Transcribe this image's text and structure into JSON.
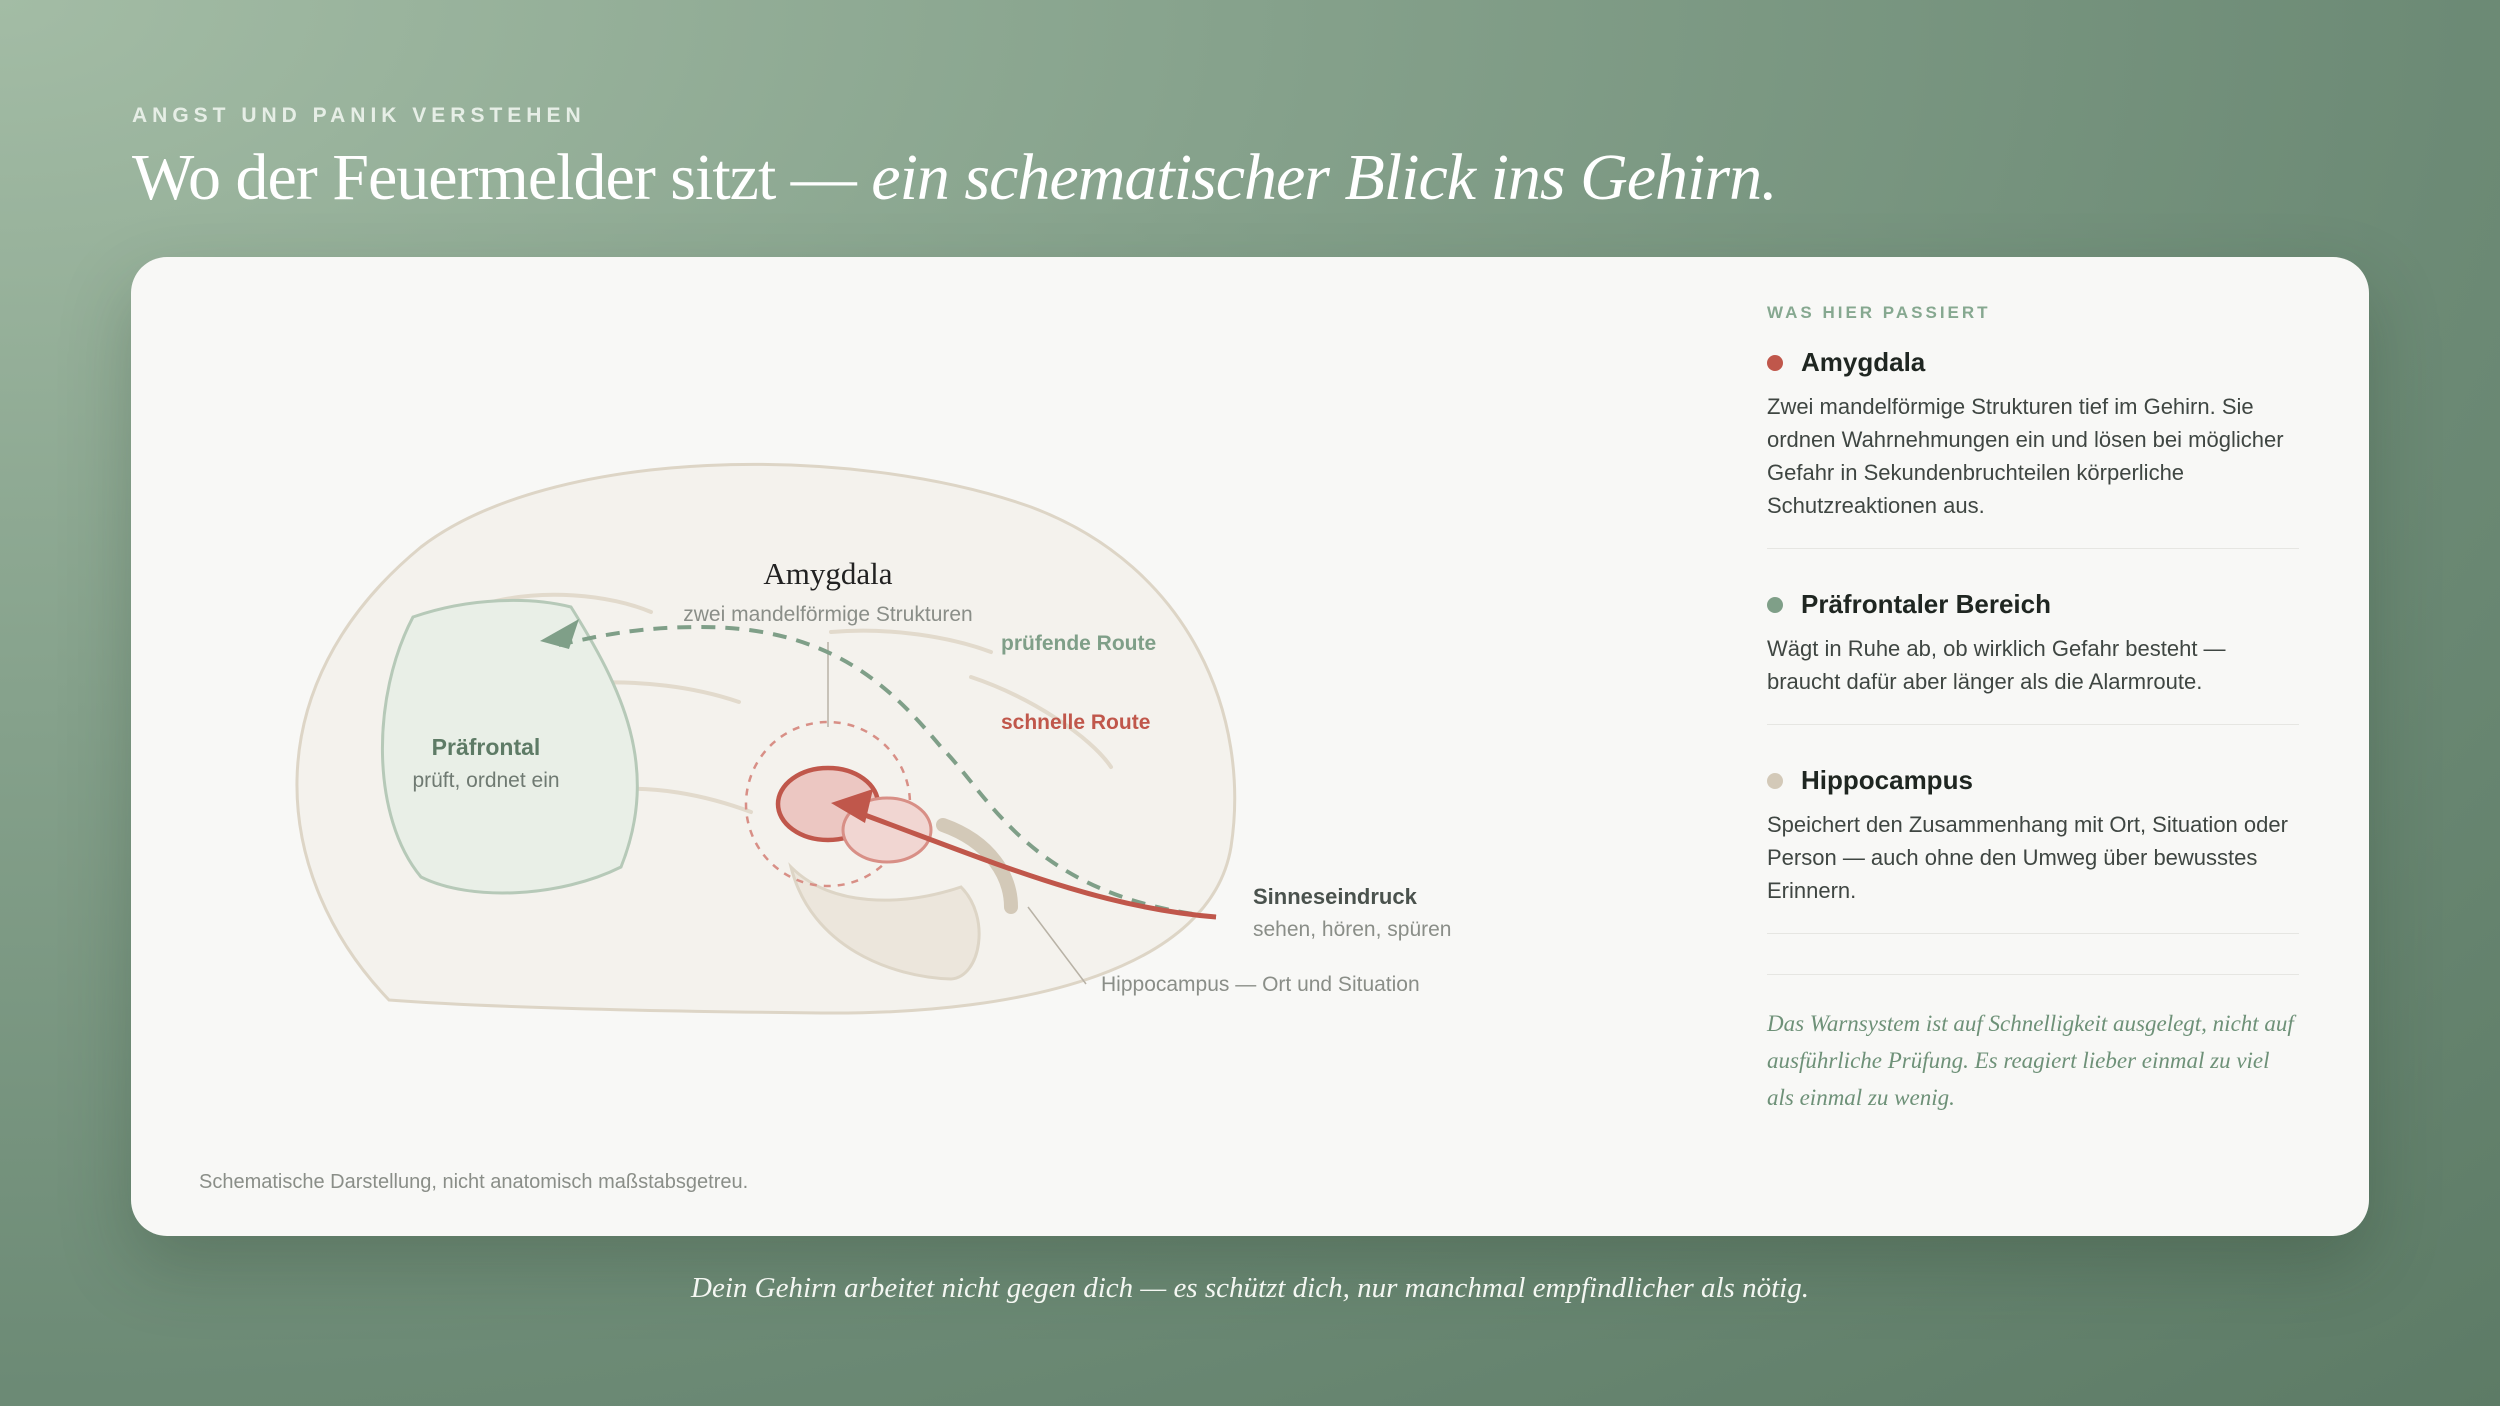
{
  "header": {
    "eyebrow": "ANGST UND PANIK VERSTEHEN",
    "title_plain": "Wo der Feuermelder sitzt —",
    "title_italic": "ein schematischer Blick ins Gehirn."
  },
  "diagram": {
    "amygdala_title": "Amygdala",
    "amygdala_sub": "zwei mandelförmige Strukturen",
    "prefrontal_title": "Präfrontal",
    "prefrontal_sub": "prüft, ordnet ein",
    "route_check": "prüfende Route",
    "route_fast": "schnelle Route",
    "sense_title": "Sinneseindruck",
    "sense_sub": "sehen, hören, spüren",
    "hippocampus_label": "Hippocampus — Ort und Situation",
    "footnote": "Schematische Darstellung, nicht anatomisch maßstabsgetreu."
  },
  "sidebar": {
    "label": "WAS HIER PASSIERT",
    "entries": [
      {
        "title": "Amygdala",
        "color": "#c0574b",
        "text": "Zwei mandelförmige Strukturen tief im Gehirn. Sie ordnen Wahrnehmungen ein und lösen bei möglicher Gefahr in Sekundenbruchteilen körperliche Schutzreaktionen aus."
      },
      {
        "title": "Präfrontaler Bereich",
        "color": "#7f9f88",
        "text": "Wägt in Ruhe ab, ob wirklich Gefahr besteht — braucht dafür aber länger als die Alarmroute."
      },
      {
        "title": "Hippocampus",
        "color": "#d3c9b8",
        "text": "Speichert den Zusammenhang mit Ort, Situation oder Person — auch ohne den Umweg über bewusstes Erinnern."
      }
    ],
    "quote": "Das Warnsystem ist auf Schnelligkeit ausgelegt, nicht auf ausführliche Prüfung. Es reagiert lieber einmal zu viel als einmal zu wenig."
  },
  "tagline": "Dein Gehirn arbeitet nicht gegen dich — es schützt dich, nur manchmal empfindlicher als nötig.",
  "colors": {
    "alarm_red": "#c0574b",
    "calm_green": "#7f9f88",
    "hippocampus_beige": "#d3c9b8"
  }
}
